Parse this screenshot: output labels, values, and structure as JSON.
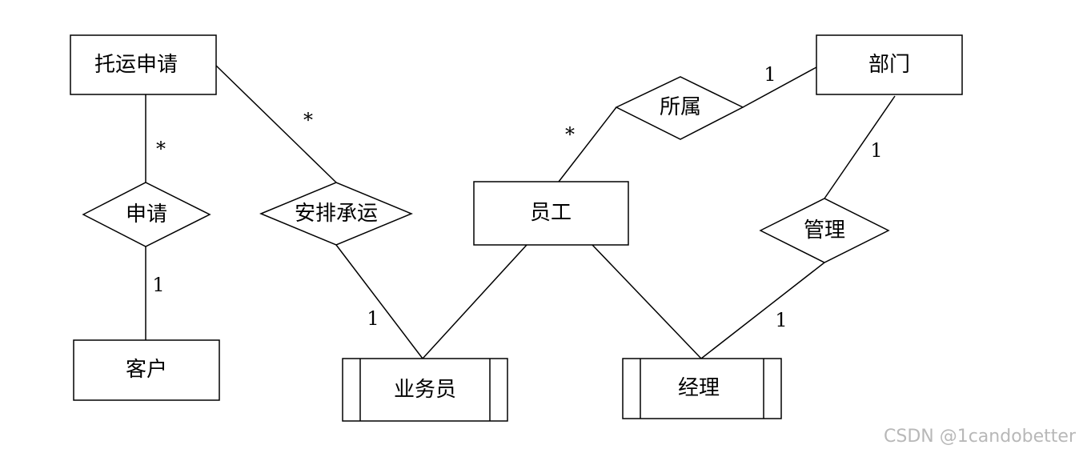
{
  "entities": {
    "consign_request": "托运申请",
    "department": "部门",
    "employee": "员工",
    "customer": "客户",
    "salesperson": "业务员",
    "manager": "经理"
  },
  "relationships": {
    "apply": "申请",
    "arrange_shipping": "安排承运",
    "belongs_to": "所属",
    "manage": "管理"
  },
  "cardinalities": {
    "apply_request": "*",
    "apply_customer": "1",
    "arrange_request": "*",
    "arrange_salesperson": "1",
    "belongs_employee": "*",
    "belongs_department": "1",
    "manage_department": "1",
    "manage_manager": "1"
  },
  "watermark": "CSDN @1candobetter"
}
